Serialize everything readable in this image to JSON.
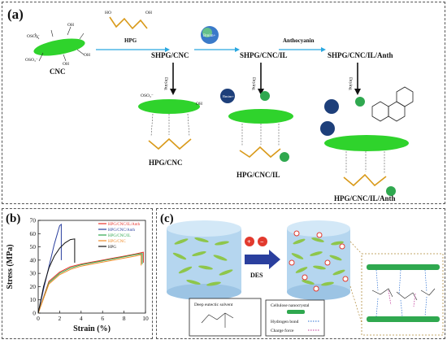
{
  "panel_a": {
    "letter": "(a)",
    "cnc_label": "CNC",
    "hpg_label": "HPG",
    "shpg_cnc_label": "SHPG/CNC",
    "shpg_cnc_il_label": "SHPG/CNC/IL",
    "shpg_cnc_il_anth_label": "SHPG/CNC/IL/Anth",
    "anthocyanin_label": "Anthocyanin",
    "drying_label": "Drying",
    "hpg_cnc_label": "HPG/CNC",
    "hpg_cnc_il_label": "HPG/CNC/IL",
    "hpg_cnc_il_anth_label": "HPG/CNC/IL/Anth",
    "cation_label": "Bmim+",
    "anion_label": "Cl-"
  },
  "panel_b": {
    "letter": "(b)",
    "chart_data": {
      "type": "line",
      "xlabel": "Strain (%)",
      "ylabel": "Stress (MPa)",
      "xlim": [
        0,
        10
      ],
      "ylim": [
        0,
        70
      ],
      "xticks": [
        0,
        2,
        4,
        6,
        8,
        10
      ],
      "yticks": [
        0,
        10,
        20,
        30,
        40,
        50,
        60,
        70
      ],
      "legend_position": "top-right",
      "series": [
        {
          "name": "HPG/CNC/IL/Anth",
          "color": "#e8332a",
          "x": [
            0,
            1,
            2,
            3,
            4,
            5,
            6,
            7,
            8,
            9,
            9.8,
            9.8
          ],
          "y": [
            0,
            24,
            31,
            35,
            37,
            38.5,
            40,
            41.5,
            43,
            44.5,
            46,
            38
          ]
        },
        {
          "name": "HPG/CNC/Anth",
          "color": "#2a3f9e",
          "x": [
            0,
            0.5,
            1,
            1.5,
            2,
            2.15,
            2.15
          ],
          "y": [
            0,
            18,
            35,
            52,
            66,
            67,
            40
          ]
        },
        {
          "name": "HPG/CNC/IL",
          "color": "#2fa84f",
          "x": [
            0,
            1,
            2,
            3,
            4,
            5,
            6,
            7,
            8,
            9,
            9.7,
            9.7
          ],
          "y": [
            0,
            23,
            30,
            34,
            36.5,
            38,
            39.5,
            41,
            42.5,
            44,
            45,
            37
          ]
        },
        {
          "name": "HPG/CNC",
          "color": "#f08a24",
          "x": [
            0,
            1,
            2,
            3,
            4,
            5,
            6,
            7,
            8,
            9,
            9.6,
            9.6
          ],
          "y": [
            0,
            22,
            29,
            33,
            35.5,
            37,
            38.5,
            40,
            41.5,
            43,
            44,
            36
          ]
        },
        {
          "name": "HPG",
          "color": "#111111",
          "x": [
            0,
            0.5,
            1,
            1.5,
            2,
            2.5,
            3,
            3.4,
            3.4
          ],
          "y": [
            0,
            20,
            34,
            43,
            49,
            53,
            55.5,
            56,
            38
          ]
        }
      ]
    }
  },
  "panel_c": {
    "letter": "(c)",
    "des_label": "DES",
    "plus_sign": "+",
    "minus_sign": "−",
    "des_box_title": "Deep eutectic solvent",
    "legend_cellulose": "Cellulose nanocrystal",
    "legend_hbond": "Hydrogen bond",
    "legend_charge": "Charge force"
  }
}
